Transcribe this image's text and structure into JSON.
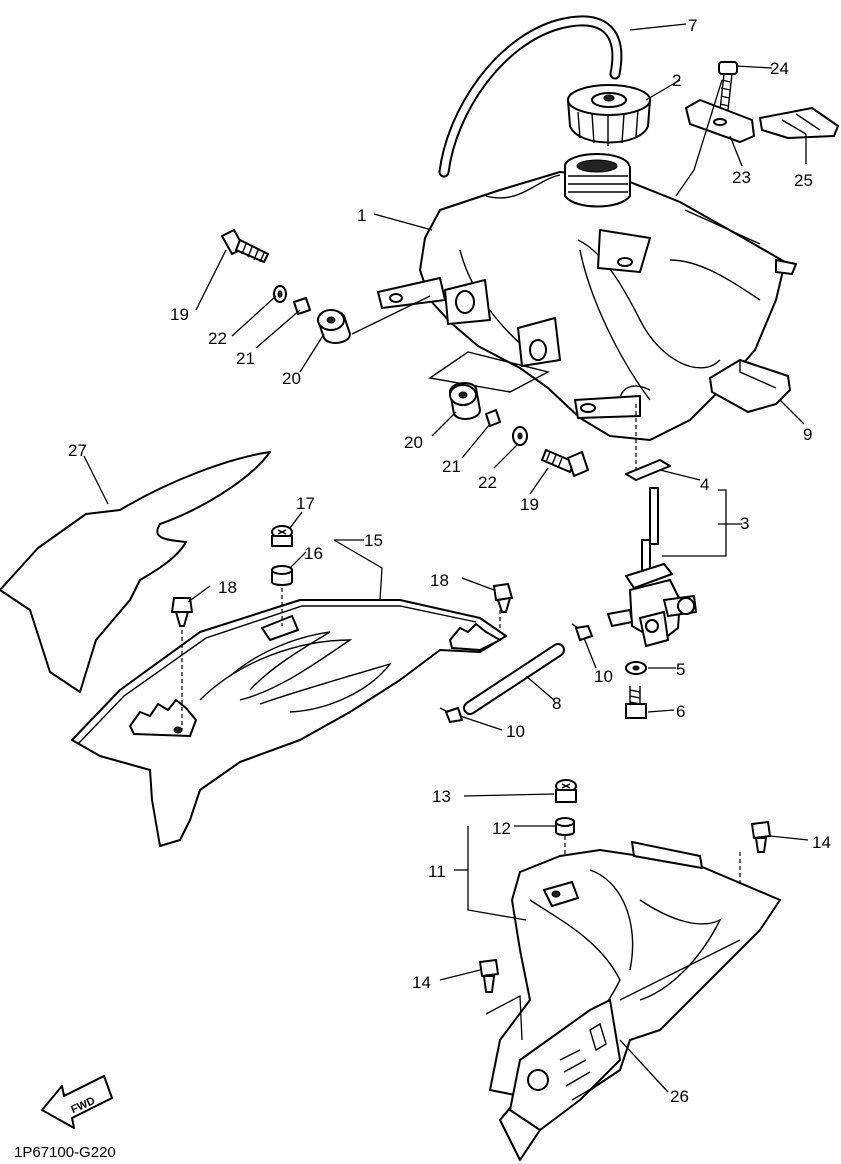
{
  "diagram": {
    "drawing_code": "1P67100-G220",
    "fwd_label": "FWD",
    "callouts": {
      "c1": "1",
      "c2": "2",
      "c3": "3",
      "c4": "4",
      "c5": "5",
      "c6": "6",
      "c7": "7",
      "c8": "8",
      "c9": "9",
      "c10a": "10",
      "c10b": "10",
      "c11": "11",
      "c12": "12",
      "c13": "13",
      "c14a": "14",
      "c14b": "14",
      "c15": "15",
      "c16": "16",
      "c17": "17",
      "c18a": "18",
      "c18b": "18",
      "c19a": "19",
      "c19b": "19",
      "c20a": "20",
      "c20b": "20",
      "c21a": "21",
      "c21b": "21",
      "c22a": "22",
      "c22b": "22",
      "c23": "23",
      "c24": "24",
      "c25": "25",
      "c26": "26",
      "c27": "27"
    }
  }
}
